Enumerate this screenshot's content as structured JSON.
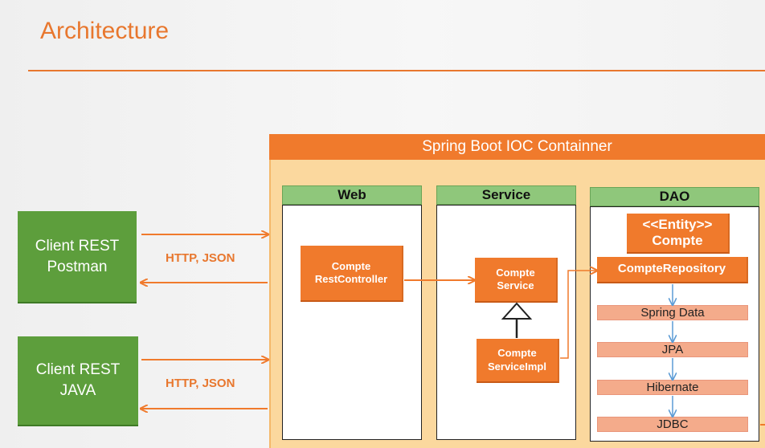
{
  "slide": {
    "title": "Architecture"
  },
  "container": {
    "title": "Spring Boot IOC Containner"
  },
  "layers": {
    "web": {
      "title": "Web"
    },
    "service": {
      "title": "Service"
    },
    "dao": {
      "title": "DAO"
    }
  },
  "components": {
    "rest_controller": {
      "line1": "Compte",
      "line2": "RestController"
    },
    "service": {
      "line1": "Compte",
      "line2": "Service"
    },
    "service_impl": {
      "line1": "Compte",
      "line2": "ServiceImpl"
    },
    "entity": {
      "line1": "<<Entity>>",
      "line2": "Compte"
    },
    "repository": {
      "label": "CompteRepository"
    }
  },
  "dao_stack": [
    "Spring Data",
    "JPA",
    "Hibernate",
    "JDBC"
  ],
  "clients": [
    {
      "line1": "Client REST",
      "line2": "Postman",
      "protocol": "HTTP, JSON"
    },
    {
      "line1": "Client REST",
      "line2": "JAVA",
      "protocol": "HTTP, JSON"
    }
  ],
  "colors": {
    "accent_orange": "#f07a2c",
    "container_fill": "#fbd89e",
    "layer_header_green": "#8fc77b",
    "client_green": "#5d9e3c",
    "stack_salmon": "#f4ab8b",
    "arrow_blue": "#5b9bd5"
  }
}
